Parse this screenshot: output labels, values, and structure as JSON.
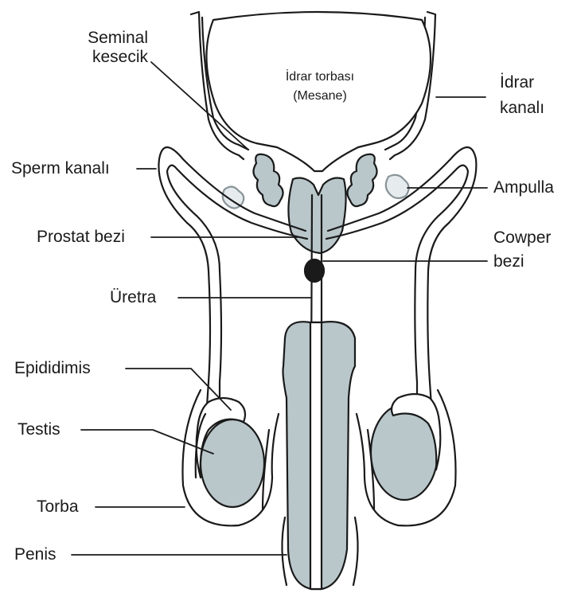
{
  "diagram": {
    "bladder_label_line1": "İdrar torbası",
    "bladder_label_line2": "(Mesane)",
    "labels": {
      "seminal_line1": "Seminal",
      "seminal_line2": "kesecik",
      "sperm_duct": "Sperm kanalı",
      "prostate": "Prostat bezi",
      "urethra": "Üretra",
      "epididymis": "Epididimis",
      "testis": "Testis",
      "scrotum": "Torba",
      "penis": "Penis",
      "ureter_line1": "İdrar",
      "ureter_line2": "kanalı",
      "ampulla": "Ampulla",
      "cowper_line1": "Cowper",
      "cowper_line2": "bezi"
    },
    "colors": {
      "fill": "#b9c7cb",
      "stroke": "#1a1a1a",
      "background": "#ffffff"
    }
  }
}
